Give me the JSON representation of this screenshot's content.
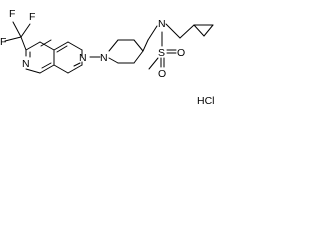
{
  "molecule": {
    "atoms": {
      "F1": "F",
      "F2": "F",
      "F3": "F",
      "N_naph_right": "N",
      "N_naph_left": "N",
      "N_pip": "N",
      "N_sulf": "N",
      "S": "S",
      "O1": "O",
      "O2": "O"
    },
    "salt": {
      "acid": "HCl"
    }
  }
}
